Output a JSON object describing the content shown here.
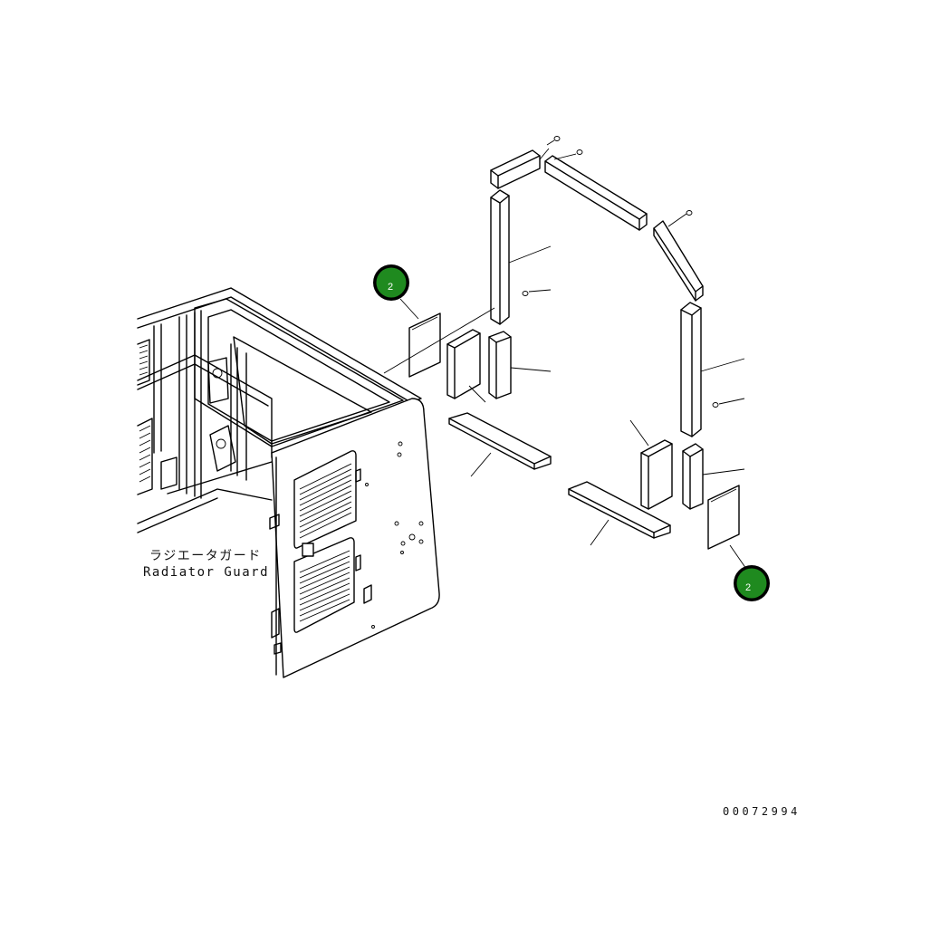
{
  "labels": {
    "radiator_guard_jp": "ラジエータガード",
    "radiator_guard_en": "Radiator Guard"
  },
  "callouts": [
    {
      "id": "callout-top",
      "number": "2"
    },
    {
      "id": "callout-bottom",
      "number": "2"
    }
  ],
  "drawing_code": "00072994",
  "colors": {
    "callout_fill": "#1f8a1f",
    "callout_ring": "#000000",
    "line": "#000000"
  }
}
